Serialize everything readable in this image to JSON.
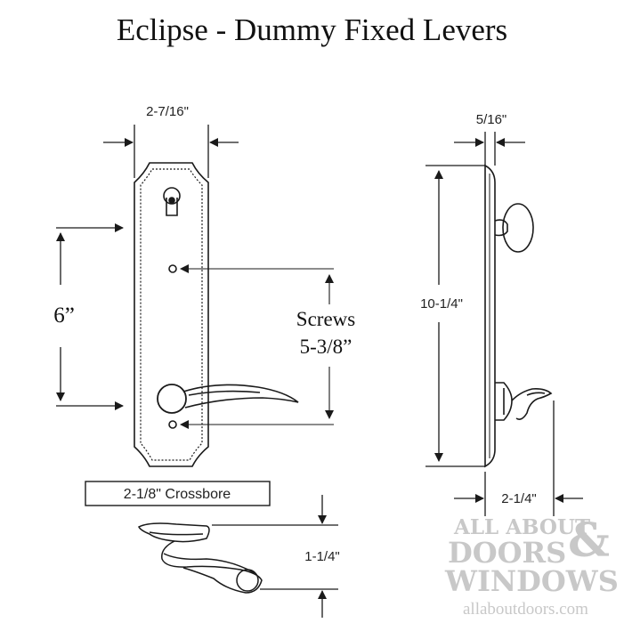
{
  "title": "Eclipse - Dummy Fixed Levers",
  "dimensions": {
    "plate_width": "2-7/16\"",
    "plate_depth": "5/16\"",
    "height": "10-1/4\"",
    "lever_projection": "2-1/4\"",
    "spacing": "6”",
    "screws_label": "Screws",
    "screws_value": "5-3/8”",
    "crossbore": "2-1/8\" Crossbore",
    "rose_height": "1-1/4\""
  },
  "watermark": {
    "line1": "ALL ABOUT",
    "line2": "DOORS",
    "ampersand": "&",
    "line3": "WINDOWS",
    "url": "allaboutdoors.com"
  },
  "colors": {
    "ink": "#1a1a1a",
    "watermark": "#c8c8c8"
  }
}
